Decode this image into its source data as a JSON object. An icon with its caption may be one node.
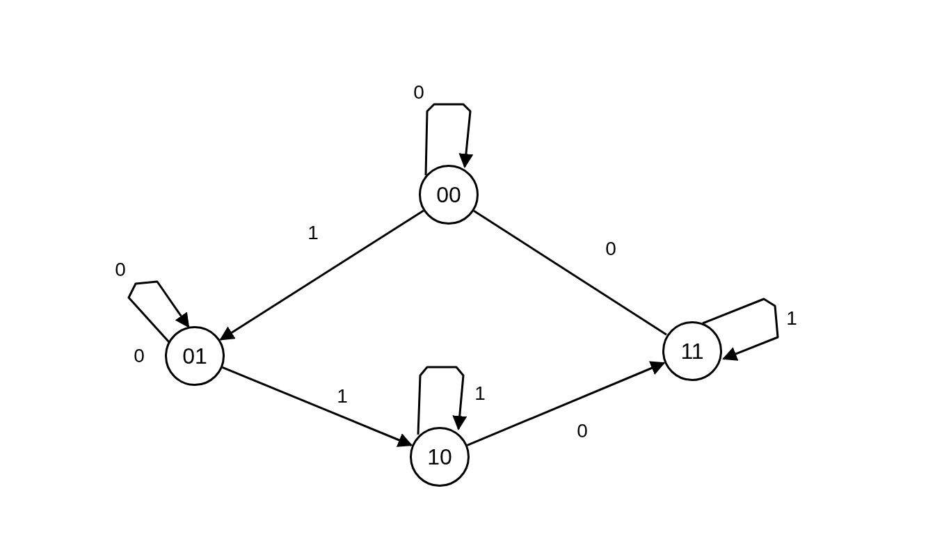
{
  "diagram": {
    "nodes": [
      {
        "text": [
          "00"
        ]
      },
      {
        "text": [
          "01"
        ]
      },
      {
        "text": [
          "10"
        ]
      },
      {
        "text": [
          "11"
        ]
      }
    ],
    "edges": [
      {
        "from": 0,
        "to": 0,
        "arrow": "to",
        "label": "0"
      },
      {
        "from": 0,
        "to": 1,
        "arrow": "to",
        "label": "1"
      },
      {
        "from": 0,
        "to": 3,
        "arrow": "none",
        "label": "0"
      },
      {
        "from": 1,
        "to": 1,
        "arrow": "to",
        "label": "0"
      },
      {
        "from": 1,
        "to": 2,
        "arrow": "to",
        "label": "1"
      },
      {
        "from": 2,
        "to": 2,
        "arrow": "to",
        "label": "1"
      },
      {
        "from": 2,
        "to": 3,
        "arrow": "to",
        "label": "0"
      },
      {
        "from": 3,
        "to": 3,
        "arrow": "to",
        "label": "1"
      }
    ],
    "labels": [
      "0"
    ]
  }
}
